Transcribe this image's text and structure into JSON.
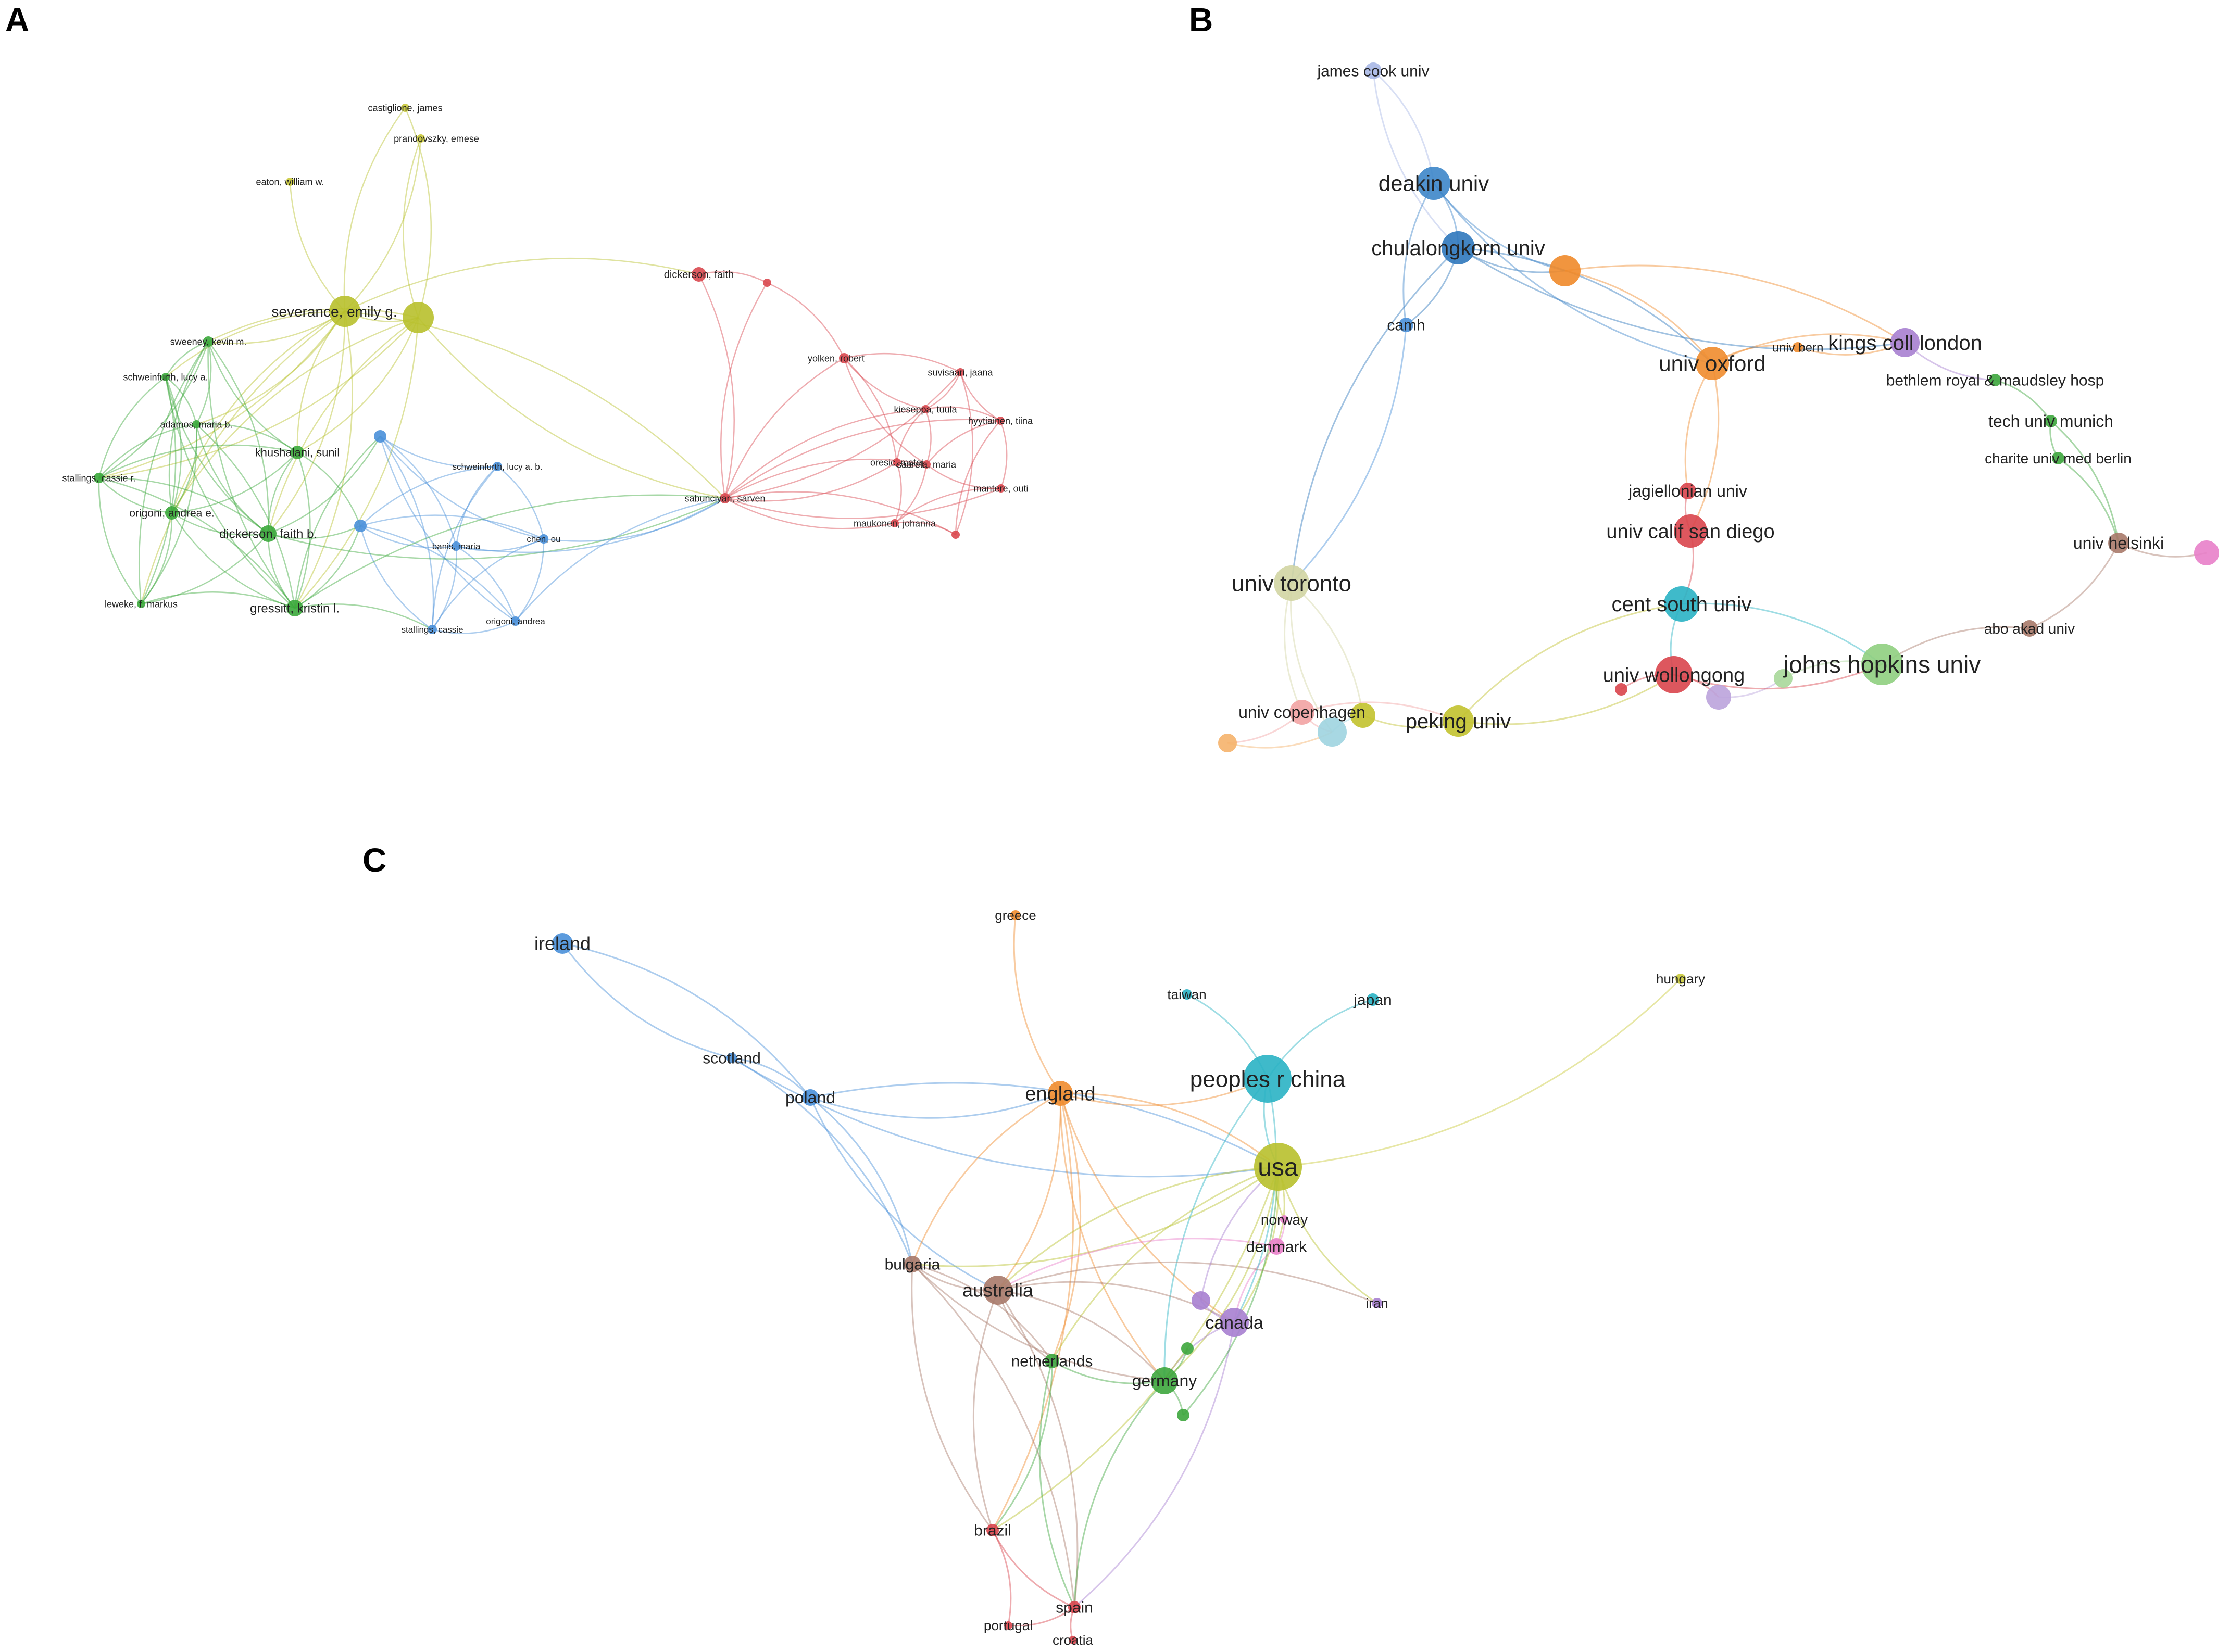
{
  "panels": [
    {
      "letter": "A",
      "nodes": [
        {
          "label": "castiglione, james",
          "color": "#c9c93a"
        },
        {
          "label": "prandovszky, emese",
          "color": "#c9c93a"
        },
        {
          "label": "eaton, william w.",
          "color": "#c9c93a"
        },
        {
          "label": "severance, emily g.",
          "color": "#b8c02c"
        },
        {
          "label": "",
          "color": "#b8c02c"
        },
        {
          "label": "sweeney, kevin m.",
          "color": "#3ba93b"
        },
        {
          "label": "schweinfurth, lucy a.",
          "color": "#3ba93b"
        },
        {
          "label": "adamos, maria b.",
          "color": "#3ba93b"
        },
        {
          "label": "khushalani, sunil",
          "color": "#3ba93b"
        },
        {
          "label": "stallings, cassie r.",
          "color": "#3ba93b"
        },
        {
          "label": "origoni, andrea e.",
          "color": "#3ba93b"
        },
        {
          "label": "dickerson, faith b.",
          "color": "#3ba93b"
        },
        {
          "label": "leweke, f. markus",
          "color": "#3ba93b"
        },
        {
          "label": "gressitt, kristin l.",
          "color": "#3ba93b"
        },
        {
          "label": "schweinfurth, lucy a. b.",
          "color": "#4a90d9"
        },
        {
          "label": "banis, maria",
          "color": "#4a90d9"
        },
        {
          "label": "chen, ou",
          "color": "#4a90d9"
        },
        {
          "label": "stallings, cassie",
          "color": "#4a90d9"
        },
        {
          "label": "origoni, andrea",
          "color": "#4a90d9"
        },
        {
          "label": "",
          "color": "#4a90d9"
        },
        {
          "label": "",
          "color": "#4a90d9"
        },
        {
          "label": "dickerson, faith",
          "color": "#d9484f"
        },
        {
          "label": "",
          "color": "#d9484f"
        },
        {
          "label": "yolken, robert",
          "color": "#d9484f"
        },
        {
          "label": "suvisaari, jaana",
          "color": "#d9484f"
        },
        {
          "label": "kieseppa, tuula",
          "color": "#d9484f"
        },
        {
          "label": "hyytiainen, tiina",
          "color": "#d9484f"
        },
        {
          "label": "oresic, matej",
          "color": "#d9484f"
        },
        {
          "label": "saarela, maria",
          "color": "#d9484f"
        },
        {
          "label": "mantere, outi",
          "color": "#d9484f"
        },
        {
          "label": "maukonen, johanna",
          "color": "#d9484f"
        },
        {
          "label": "sabunciyan, sarven",
          "color": "#d9484f"
        },
        {
          "label": "",
          "color": "#d9484f"
        }
      ]
    },
    {
      "letter": "B",
      "nodes": [
        {
          "label": "james cook univ",
          "color": "#a9b8e6"
        },
        {
          "label": "deakin univ",
          "color": "#3d86c9"
        },
        {
          "label": "chulalongkorn univ",
          "color": "#2f78bd"
        },
        {
          "label": "camh",
          "color": "#4a90d9"
        },
        {
          "label": "",
          "color": "#f08a2a"
        },
        {
          "label": "univ oxford",
          "color": "#ef8c2e"
        },
        {
          "label": "univ bern",
          "color": "#ef8c2e"
        },
        {
          "label": "kings coll london",
          "color": "#a77fd0"
        },
        {
          "label": "bethlem royal & maudsley hosp",
          "color": "#3da63d"
        },
        {
          "label": "tech univ munich",
          "color": "#3da63d"
        },
        {
          "label": "charite univ med berlin",
          "color": "#3da63d"
        },
        {
          "label": "univ helsinki",
          "color": "#a97a6a"
        },
        {
          "label": "",
          "color": "#e87fc9"
        },
        {
          "label": "abo akad univ",
          "color": "#a97a6a"
        },
        {
          "label": "jagiellonian univ",
          "color": "#d9454d"
        },
        {
          "label": "univ calif san diego",
          "color": "#d9454d"
        },
        {
          "label": "cent south univ",
          "color": "#2ab3c4"
        },
        {
          "label": "univ wollongong",
          "color": "#d9454d"
        },
        {
          "label": "",
          "color": "#bba3dc"
        },
        {
          "label": "",
          "color": "#a8d89a"
        },
        {
          "label": "johns hopkins univ",
          "color": "#8fcf7f"
        },
        {
          "label": "univ toronto",
          "color": "#d2d5a3"
        },
        {
          "label": "univ copenhagen",
          "color": "#f2a3a3"
        },
        {
          "label": "",
          "color": "#9fd4e0"
        },
        {
          "label": "",
          "color": "#c2c22e"
        },
        {
          "label": "peking univ",
          "color": "#c2c22e"
        },
        {
          "label": "",
          "color": "#f5b26b"
        },
        {
          "label": "",
          "color": "#d9454d"
        }
      ]
    },
    {
      "letter": "C",
      "nodes": [
        {
          "label": "ireland",
          "color": "#4a90d9"
        },
        {
          "label": "greece",
          "color": "#ef8c2e"
        },
        {
          "label": "taiwan",
          "color": "#2ab3c4"
        },
        {
          "label": "japan",
          "color": "#2ab3c4"
        },
        {
          "label": "hungary",
          "color": "#c9c93a"
        },
        {
          "label": "scotland",
          "color": "#4a90d9"
        },
        {
          "label": "poland",
          "color": "#4a90d9"
        },
        {
          "label": "england",
          "color": "#ef8c2e"
        },
        {
          "label": "peoples r china",
          "color": "#2ab3c4"
        },
        {
          "label": "usa",
          "color": "#b8c02c"
        },
        {
          "label": "norway",
          "color": "#e87fc9"
        },
        {
          "label": "denmark",
          "color": "#e87fc9"
        },
        {
          "label": "bulgaria",
          "color": "#a97a6a"
        },
        {
          "label": "australia",
          "color": "#a97a6a"
        },
        {
          "label": "iran",
          "color": "#a77fd0"
        },
        {
          "label": "canada",
          "color": "#a77fd0"
        },
        {
          "label": "netherlands",
          "color": "#3da63d"
        },
        {
          "label": "germany",
          "color": "#3da63d"
        },
        {
          "label": "brazil",
          "color": "#d9454d"
        },
        {
          "label": "spain",
          "color": "#d9454d"
        },
        {
          "label": "portugal",
          "color": "#d9454d"
        },
        {
          "label": "croatia",
          "color": "#d9454d"
        },
        {
          "label": "",
          "color": "#a77fd0"
        },
        {
          "label": "",
          "color": "#3da63d"
        },
        {
          "label": "",
          "color": "#3da63d"
        }
      ]
    }
  ]
}
